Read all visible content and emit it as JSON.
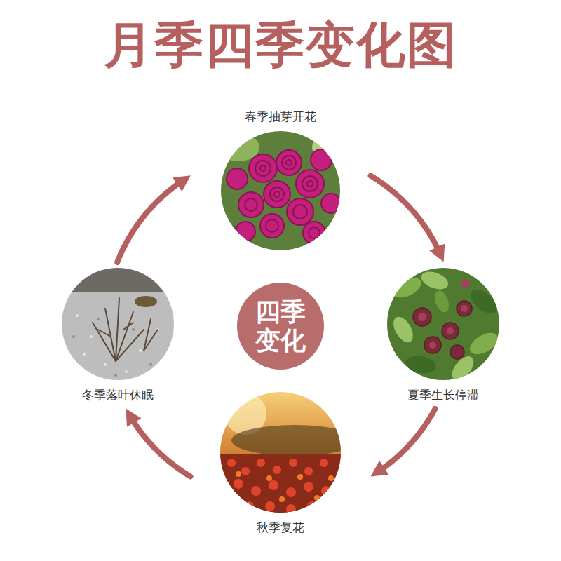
{
  "diagram": {
    "title": "月季四季变化图",
    "nodes": [
      {
        "text": [
          "春季抽芽开花"
        ]
      },
      {
        "text": [
          "冬季落叶休眠"
        ]
      },
      {
        "text": [
          "四季 变化"
        ]
      },
      {
        "text": [
          "夏季生长停滞"
        ]
      },
      {
        "text": [
          "秋季复花"
        ]
      }
    ],
    "edges": [
      {
        "from": 0,
        "to": 3,
        "arrow": "to"
      },
      {
        "from": 3,
        "to": 4,
        "arrow": "to"
      },
      {
        "from": 4,
        "to": 1,
        "arrow": "to"
      },
      {
        "from": 1,
        "to": 0,
        "arrow": "to"
      }
    ]
  }
}
